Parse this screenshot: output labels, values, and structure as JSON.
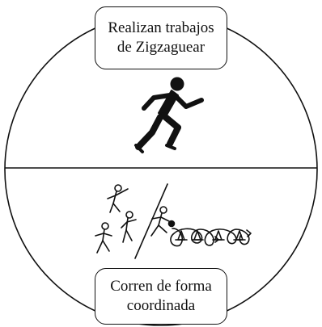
{
  "diagram": {
    "top_label": {
      "line1": "Realizan trabajos",
      "line2": "de Zigzaguear"
    },
    "bottom_label": {
      "line1": "Corren de forma",
      "line2": "coordinada"
    },
    "icons": {
      "top": "sprinter-silhouette-icon",
      "bottom": "zigzag-cone-drill-icon"
    },
    "colors": {
      "stroke": "#111111",
      "background": "#ffffff"
    }
  }
}
